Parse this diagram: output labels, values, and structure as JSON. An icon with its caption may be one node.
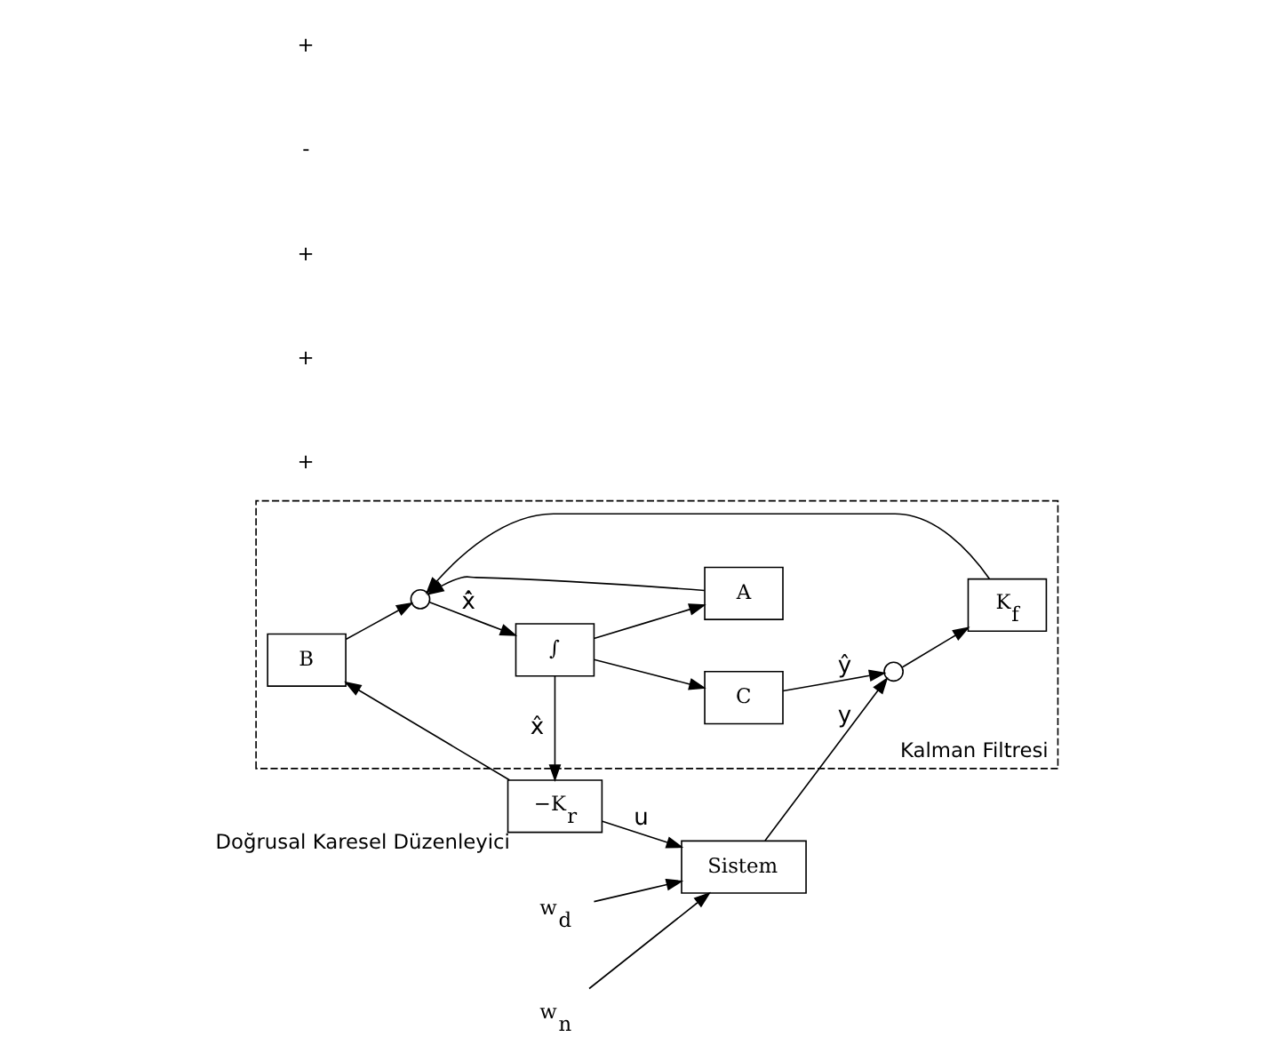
{
  "diagram": {
    "nodes": [
      {
        "text": [
          "w$_{d}$"
        ]
      },
      {
        "text": [
          "w$_{n}$"
        ]
      },
      {
        "text": [
          "Sistem"
        ]
      },
      {
        "text": [
          "Kalman Filtresi"
        ]
      },
      {
        "text": [
          "B"
        ],
        "in": 3
      },
      {
        "text": [
          "K$_{f}$"
        ],
        "in": 3
      },
      {
        "text": [],
        "shape": "circle",
        "in": 3
      },
      {
        "text": [
          "∫"
        ],
        "in": 3
      },
      {
        "text": [
          "C"
        ],
        "in": 3
      },
      {
        "text": [],
        "shape": "circle",
        "in": 3
      },
      {
        "text": [
          "A"
        ],
        "in": 3
      },
      {
        "text": [
          "−K$_{r}$"
        ],
        "beside": [
          "Doğrusal Karesel Düzenleyici"
        ]
      }
    ],
    "edges": [
      {
        "from": 0,
        "to": 2,
        "arrow": "to"
      },
      {
        "from": 1,
        "to": 2,
        "arrow": "to"
      },
      {
        "from": 11,
        "to": 2,
        "arrow": "to",
        "label": "u"
      },
      {
        "from": 11,
        "to": 4,
        "arrow": "to"
      },
      {
        "from": 2,
        "to": 9,
        "arrow": "to",
        "label": "y"
      },
      {
        "from": 4,
        "to": 6,
        "arrow": "to"
      },
      {
        "from": 5,
        "to": 6,
        "arrow": "to"
      },
      {
        "from": 10,
        "to": 6,
        "arrow": "to"
      },
      {
        "from": 6,
        "to": 7,
        "arrow": "to",
        "label": "x̂̇"
      },
      {
        "from": 7,
        "to": 8,
        "arrow": "to"
      },
      {
        "from": 7,
        "to": 10,
        "arrow": "to"
      },
      {
        "from": 7,
        "to": 11,
        "arrow": "to",
        "label": "x̂"
      },
      {
        "from": 8,
        "to": 9,
        "arrow": "to",
        "label": "ŷ"
      },
      {
        "from": 9,
        "to": 5,
        "arrow": "to"
      }
    ],
    "labels": [
      "+",
      "+",
      "+",
      "-",
      "+"
    ]
  }
}
